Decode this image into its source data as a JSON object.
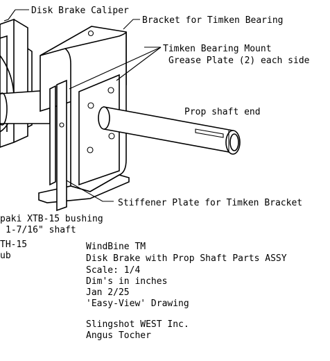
{
  "callouts": {
    "caliper": "Disk Brake Caliper",
    "bracket": "Bracket for Timken Bearing",
    "grease_line1": "Timken Bearing Mount",
    "grease_line2": "Grease Plate (2) each side",
    "prop_end": "Prop shaft end",
    "stiffener": "Stiffener Plate for Timken Bracket",
    "bushing_line1": "paki XTB-15 bushing",
    "bushing_line2": "1-7/16\" shaft",
    "hub_line1": "TH-15",
    "hub_line2": "ub"
  },
  "title_block": {
    "line1": "WindBine TM",
    "line2": "Disk Brake with Prop Shaft Parts ASSY",
    "line3": "Scale: 1/4",
    "line4": "Dim's in inches",
    "line5": "Jan 2/25",
    "line6": "'Easy-View' Drawing",
    "company": "Slingshot WEST Inc.",
    "author": "Angus Tocher"
  }
}
